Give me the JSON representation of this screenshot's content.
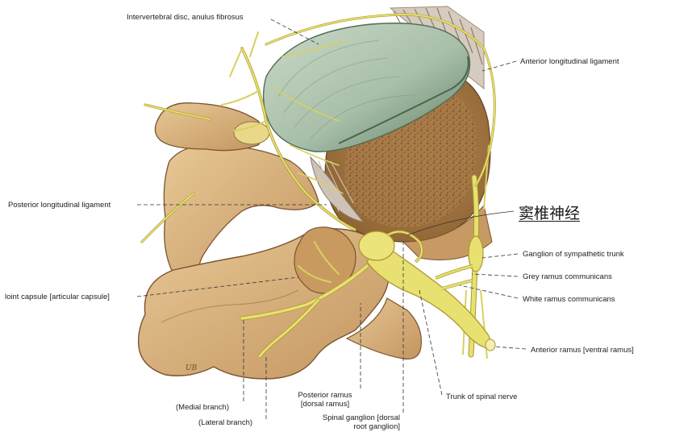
{
  "labels": {
    "disc": "Intervertebral disc, anulus fibrosus",
    "anterior_ligament": "Anterior longitudinal ligament",
    "posterior_ligament": "Posterior longitudinal ligament",
    "sinuvertebral_cn": "窦椎神经",
    "ganglion_sympathetic": "Ganglion of sympathetic trunk",
    "grey_ramus": "Grey ramus communicans",
    "joint_capsule": "loint capsule [articular capsule]",
    "white_ramus": "White ramus communicans",
    "anterior_ramus": "Anterior ramus [ventral ramus]",
    "posterior_ramus_1": "Posterior ramus",
    "posterior_ramus_2": "[dorsal ramus]",
    "trunk_spinal_nerve": "Trunk of spinal nerve",
    "medial_branch": "(Medial branch)",
    "spinal_ganglion_1": "Spinal ganglion [dorsal",
    "spinal_ganglion_2": "root ganglion]",
    "lateral_branch": "(Lateral branch)"
  },
  "colors": {
    "bone": "#d9b483",
    "bone_dark": "#b98a55",
    "cancellous": "#a87a48",
    "disc_light": "#b8cbb8",
    "disc_dark": "#6f8f74",
    "nerve": "#e8e070",
    "nerve_edge": "#a89a30",
    "ligament": "#cfc3b7"
  },
  "artist_signature": "UB"
}
